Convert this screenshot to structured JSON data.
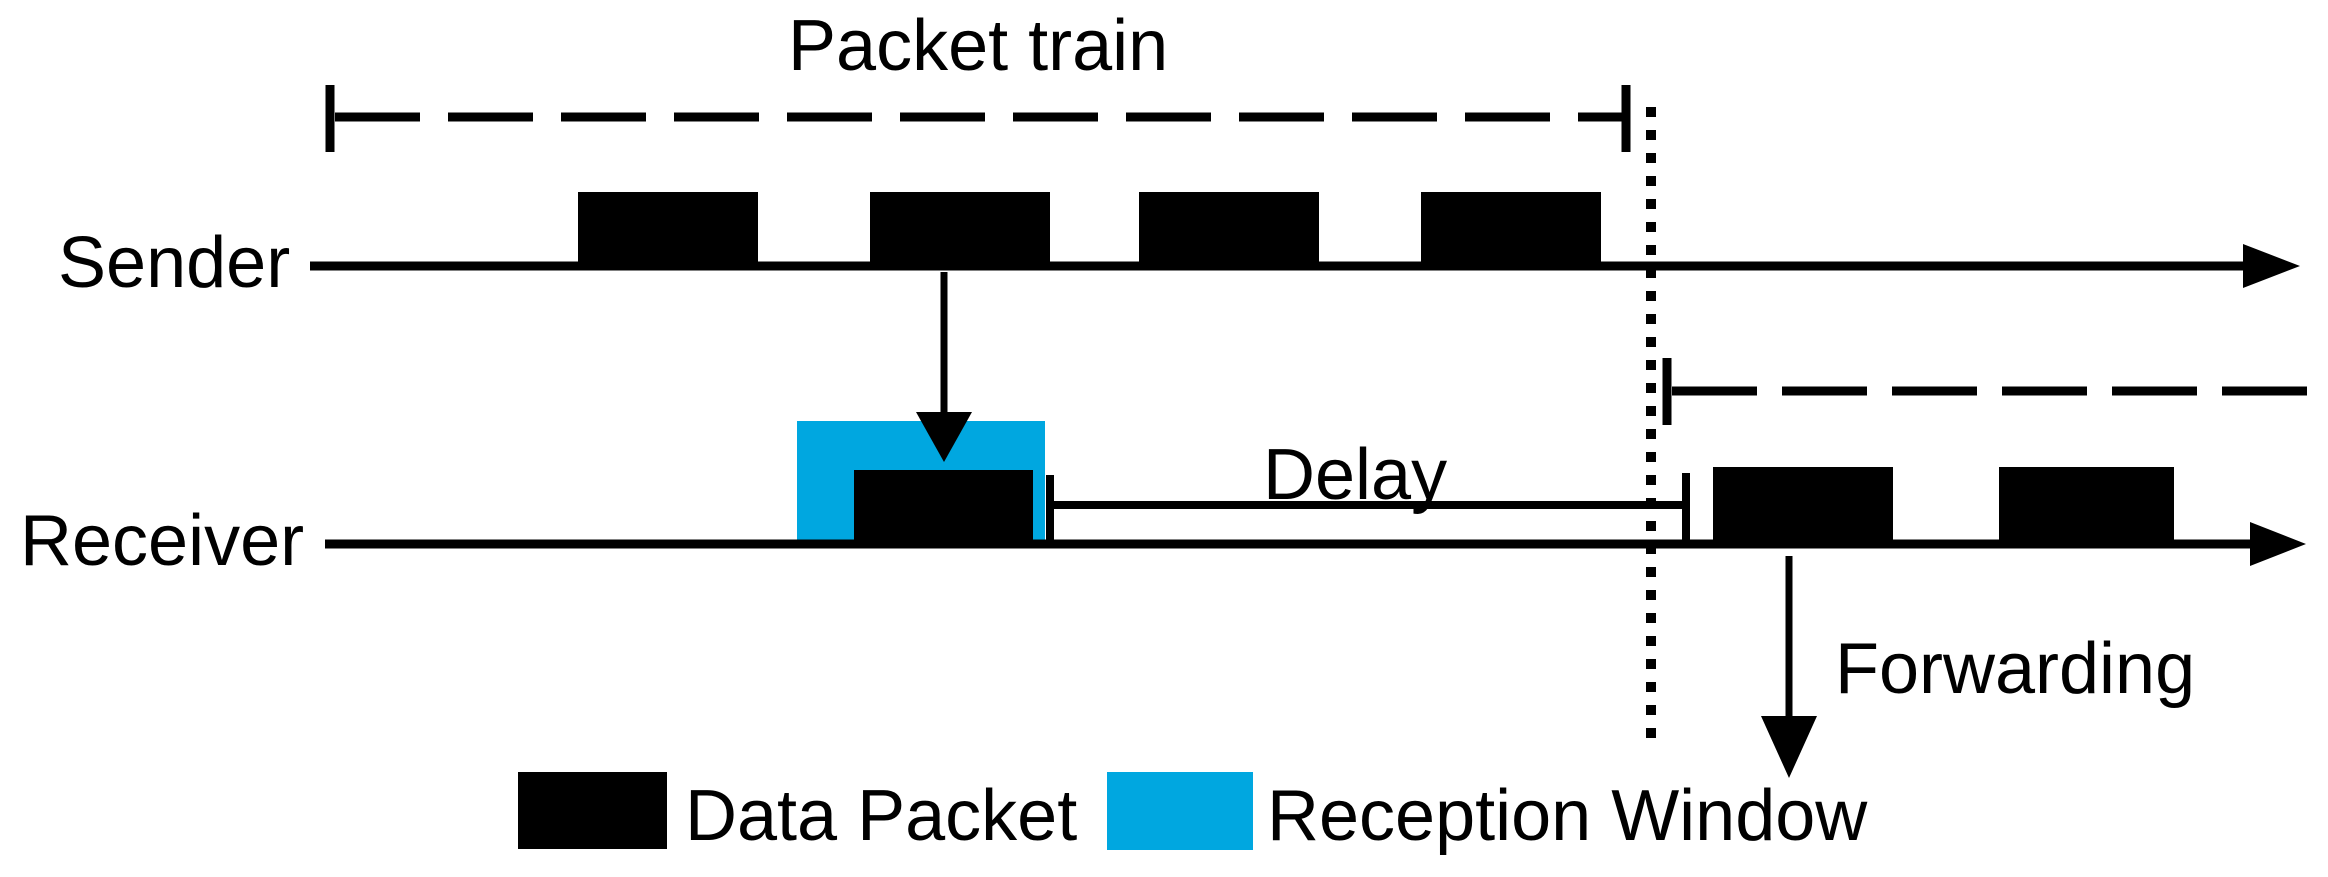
{
  "labels": {
    "packet_train": "Packet train",
    "sender": "Sender",
    "receiver": "Receiver",
    "delay": "Delay",
    "forwarding": "Forwarding"
  },
  "legend": {
    "items": [
      {
        "label": "Data Packet",
        "color": "#000000"
      },
      {
        "label": "Reception Window",
        "color": "#00A7E0"
      }
    ]
  },
  "colors": {
    "packet": "#000000",
    "reception_window": "#00A7E0",
    "stroke": "#000000",
    "background": "#FFFFFF"
  },
  "diagram": {
    "sender_packet_count": 4,
    "receiver_packet_count": 3,
    "timelines": [
      "Sender",
      "Receiver"
    ],
    "annotations": [
      "Packet train",
      "Delay",
      "Forwarding"
    ]
  }
}
